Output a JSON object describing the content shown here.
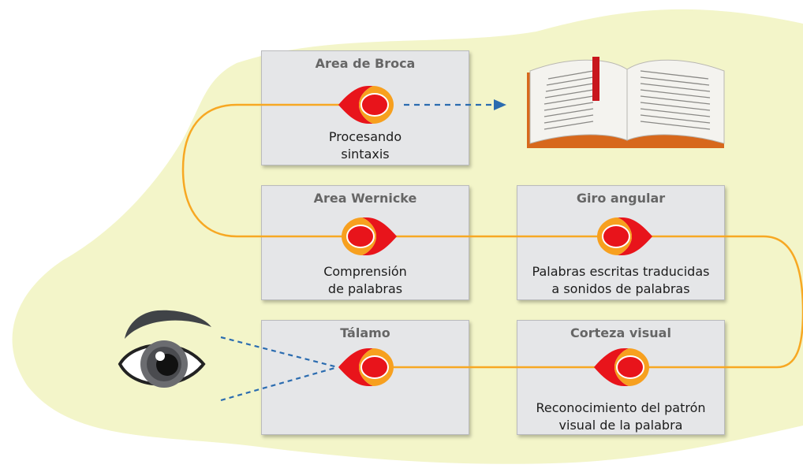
{
  "diagram": {
    "boxes": [
      {
        "id": "broca",
        "title": "Area de Broca",
        "lines": [
          "Procesando",
          "sintaxis"
        ]
      },
      {
        "id": "wernicke",
        "title": "Area Wernicke",
        "lines": [
          "Comprensión",
          "de palabras"
        ]
      },
      {
        "id": "giro",
        "title": "Giro angular",
        "lines": [
          "Palabras escritas traducidas",
          "a sonidos de palabras"
        ]
      },
      {
        "id": "talamo",
        "title": "Tálamo",
        "lines": []
      },
      {
        "id": "corteza",
        "title": "Corteza visual",
        "lines": [
          "Reconocimiento del patrón",
          "visual de la palabra"
        ]
      }
    ],
    "icons": {
      "eye": "eye-icon",
      "book": "open-book-icon",
      "signal": "signal-node-icon"
    },
    "colors": {
      "background_blob": "#f3f5c9",
      "path": "#f7a823",
      "node_red": "#e8141b",
      "node_orange": "#f7a01f",
      "arrow_dashed": "#2b6cb0",
      "box_fill": "#e5e6e8"
    }
  }
}
